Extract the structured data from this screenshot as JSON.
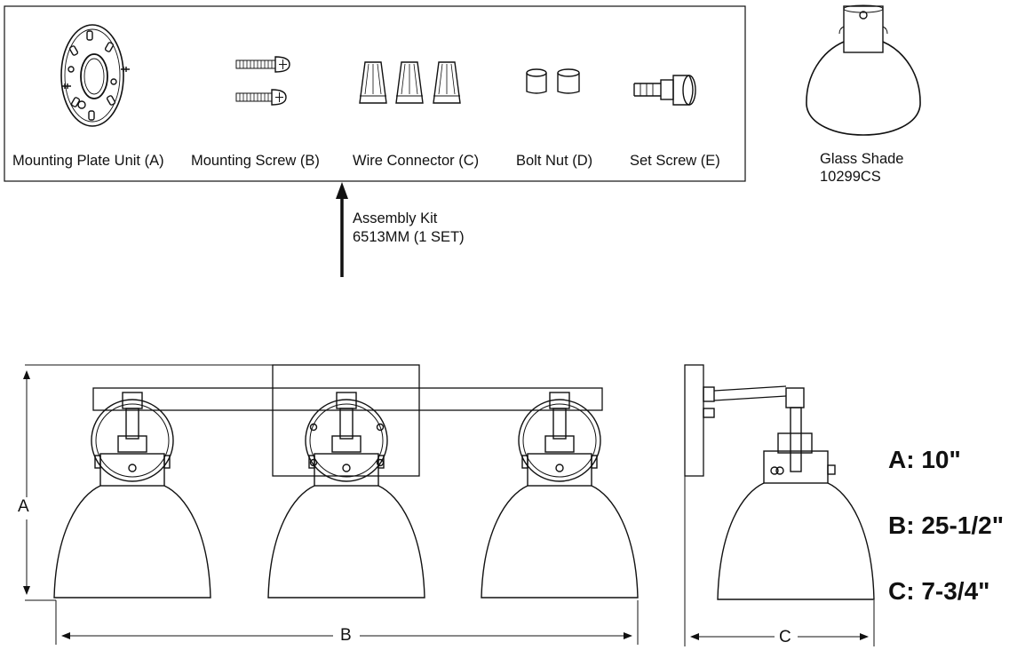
{
  "kit": {
    "parts": [
      {
        "label": "Mounting Plate Unit (A)"
      },
      {
        "label": "Mounting Screw (B)"
      },
      {
        "label": "Wire Connector (C)"
      },
      {
        "label": "Bolt Nut (D)"
      },
      {
        "label": "Set Screw (E)"
      }
    ],
    "arrow_label_1": "Assembly Kit",
    "arrow_label_2": "6513MM (1 SET)"
  },
  "shade": {
    "name": "Glass Shade",
    "code": "10299CS"
  },
  "dimensions": {
    "a_letter": "A",
    "b_letter": "B",
    "c_letter": "C",
    "a_value": "A: 10\"",
    "b_value": "B: 25-1/2\"",
    "c_value": "C: 7-3/4\""
  },
  "colors": {
    "stroke": "#111111",
    "background": "#ffffff"
  }
}
